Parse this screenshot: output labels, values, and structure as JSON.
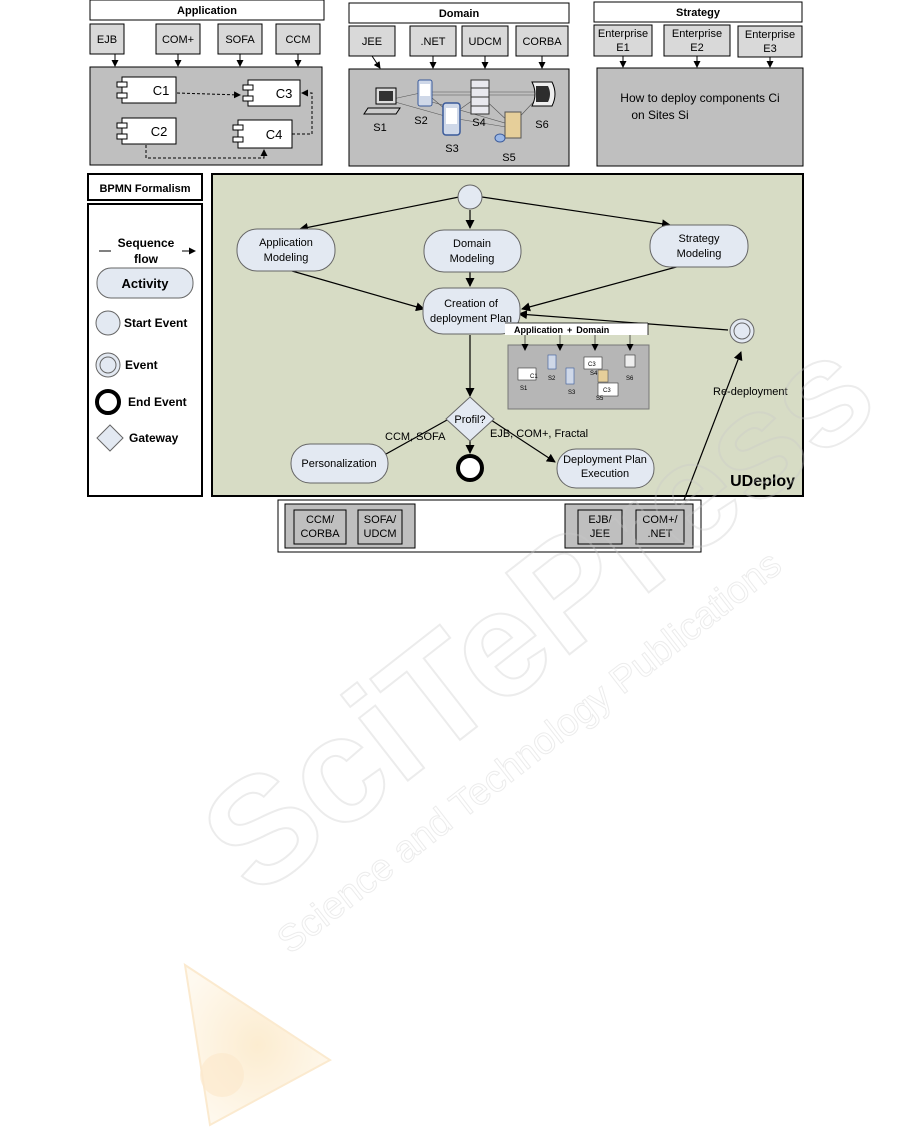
{
  "application": {
    "title": "Application",
    "techs": [
      "EJB",
      "COM+",
      "SOFA",
      "CCM"
    ],
    "components": [
      "C1",
      "C3",
      "C2",
      "C4"
    ]
  },
  "domain": {
    "title": "Domain",
    "techs": [
      "JEE",
      ".NET",
      "UDCM",
      "CORBA"
    ],
    "sites": [
      "S1",
      "S2",
      "S3",
      "S4",
      "S5",
      "S6"
    ]
  },
  "strategy": {
    "title": "Strategy",
    "enterprises": [
      {
        "line1": "Enterprise",
        "line2": "E1"
      },
      {
        "line1": "Enterprise",
        "line2": "E2"
      },
      {
        "line1": "Enterprise",
        "line2": "E3"
      }
    ],
    "text_line1": "How to deploy components Ci",
    "text_line2": "on Sites Si"
  },
  "legend": {
    "title": "BPMN Formalism",
    "sequence_line1": "Sequence",
    "sequence_line2": "flow",
    "activity": "Activity",
    "start_event": "Start Event",
    "event": "Event",
    "end_event": "End Event",
    "gateway": "Gateway"
  },
  "process": {
    "name": "UDeploy",
    "application_modeling": [
      "Application",
      "Modeling"
    ],
    "domain_modeling": [
      "Domain",
      "Modeling"
    ],
    "strategy_modeling": [
      "Strategy",
      "Modeling"
    ],
    "creation_plan": [
      "Creation of",
      "deployment Plan"
    ],
    "gateway": "Profil?",
    "personalization": "Personalization",
    "execution": [
      "Deployment Plan",
      "Execution"
    ],
    "label_left": "CCM, SOFA",
    "label_right": "EJB, COM+, Fractal",
    "redeployment": "Re-deployment",
    "inset_title_app": "Application",
    "inset_title_plus": "+",
    "inset_title_domain": "Domain",
    "inset_labels": [
      "C1",
      "S2",
      "C3",
      "S4",
      "S6",
      "S1",
      "S3",
      "C3",
      "S5"
    ]
  },
  "platforms": {
    "left": [
      [
        "CCM/",
        "CORBA"
      ],
      [
        "SOFA/",
        "UDCM"
      ]
    ],
    "right": [
      [
        "EJB/",
        "JEE"
      ],
      [
        "COM+/",
        ".NET"
      ]
    ]
  },
  "watermark": {
    "text": "SciTePress",
    "subtext": "Science and Technology Publications"
  }
}
